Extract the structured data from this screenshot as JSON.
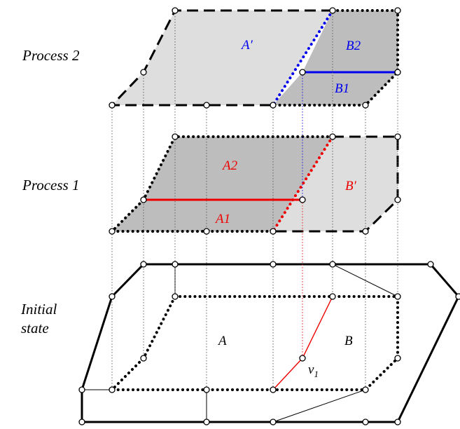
{
  "labels": {
    "process2": "Process 2",
    "process1": "Process 1",
    "initial_line1": "Initial",
    "initial_line2": "state"
  },
  "regions": {
    "a_prime": "A′",
    "b2": "B2",
    "b1": "B1",
    "a2": "A2",
    "a1": "A1",
    "b_prime": "B′",
    "a": "A",
    "b": "B",
    "v1": "v",
    "v1_sub": "1"
  },
  "colors": {
    "light_fill": "#dedede",
    "dark_fill": "#bdbdbd",
    "blue": "#0000ee",
    "red": "#ee0000",
    "black": "#000000"
  }
}
